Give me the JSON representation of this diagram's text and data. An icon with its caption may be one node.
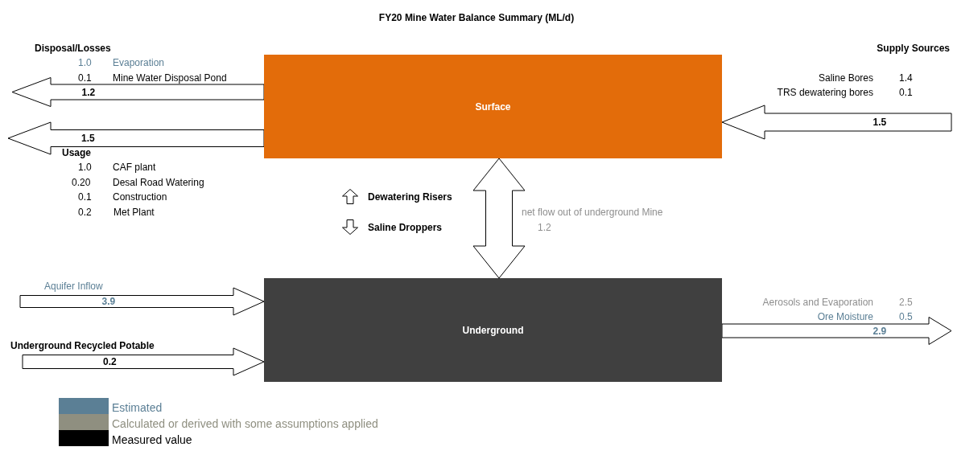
{
  "diagram": {
    "title": "FY20 Mine Water Balance Summary (ML/d)",
    "nodes": [
      {
        "text": [
          "Surface"
        ]
      },
      {
        "text": [
          "Underground"
        ]
      }
    ],
    "edges": [
      {
        "from": 0,
        "to": null,
        "arrow": "to",
        "label": "1.2"
      },
      {
        "from": 0,
        "to": null,
        "arrow": "to",
        "label": "1.5"
      },
      {
        "from": null,
        "to": 0,
        "arrow": "to",
        "label": "1.5"
      },
      {
        "from": 1,
        "to": 0,
        "arrow": "both"
      },
      {
        "from": null,
        "to": 1,
        "arrow": "to",
        "label": "3.9"
      },
      {
        "from": null,
        "to": 1,
        "arrow": "to",
        "label": "0.2"
      },
      {
        "from": 1,
        "to": null,
        "arrow": "to",
        "label": "2.9"
      }
    ],
    "labels": [
      "Disposal/Losses",
      "Supply Sources",
      "1.0",
      "Evaporation",
      "0.1",
      "Mine Water Disposal Pond",
      "Saline Bores",
      "1.4",
      "TRS dewatering bores",
      "0.1",
      "Usage",
      "1.0",
      "CAF plant",
      "0.20",
      "Desal Road Watering",
      "0.1",
      "Construction",
      "0.2",
      "Met Plant",
      "Dewatering Risers",
      "net flow out of underground Mine",
      "Saline Droppers",
      "1.2",
      "Aquifer Inflow",
      "Aerosols and Evaporation",
      "2.5",
      "Ore Moisture",
      "0.5",
      "Underground Recycled Potable"
    ],
    "legend": [
      {
        "text": "Estimated",
        "color": "#5b7f95"
      },
      {
        "text": "Calculated or derived with some assumptions applied",
        "color": "#8f8f80"
      },
      {
        "text": "Measured value",
        "color": "#000000"
      }
    ]
  }
}
